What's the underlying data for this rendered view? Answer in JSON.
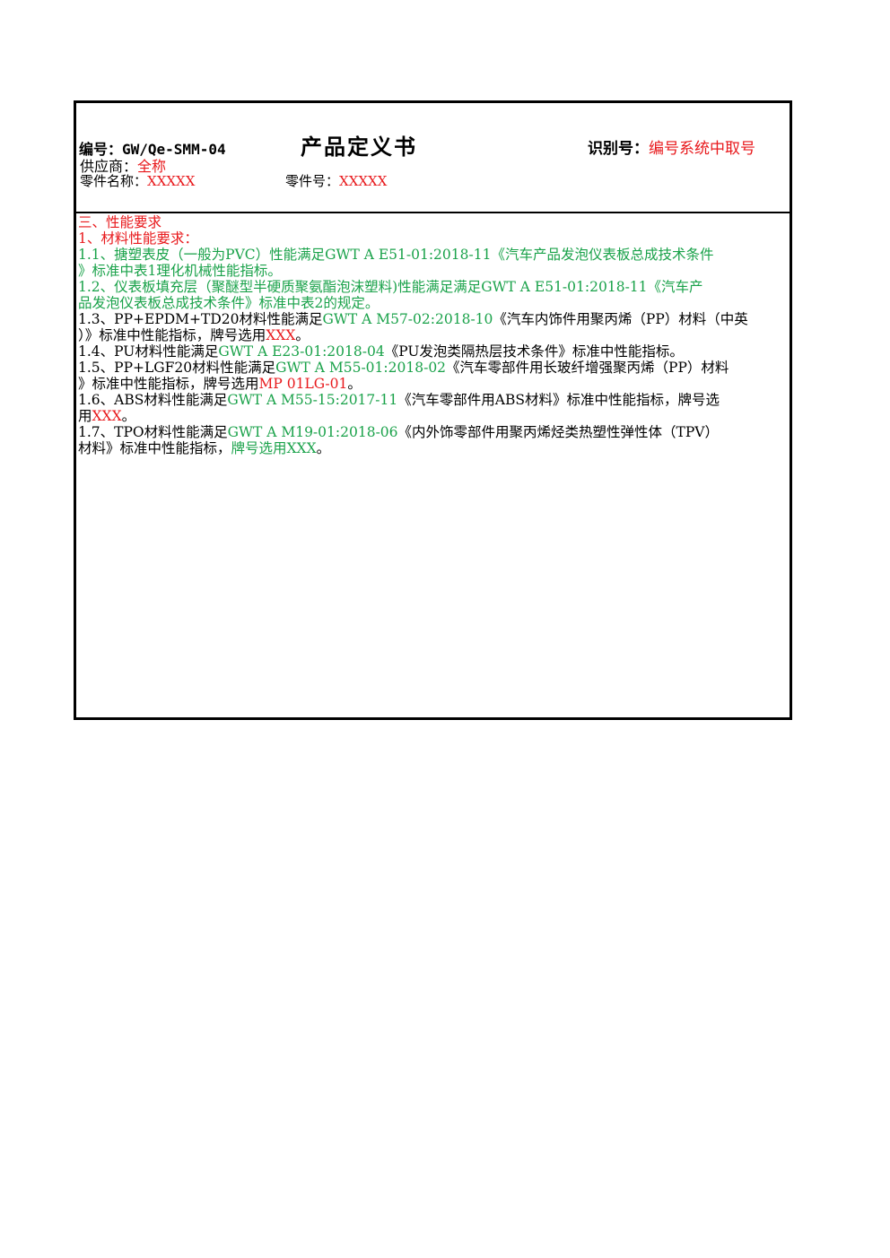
{
  "header": {
    "doc_number": "编号：GW/Qe-SMM-04",
    "title": "产品定义书",
    "ident_label": "识别号：",
    "ident_value": "编号系统中取号",
    "supplier_label": "供应商：",
    "supplier_value": "全称",
    "part_name_label": "零件名称：",
    "part_name_value": "XXXXX",
    "part_no_label": "零件号：",
    "part_no_value": "XXXXX"
  },
  "section": {
    "heading": "三、性能要求",
    "subheading": "1、材料性能要求：",
    "items": [
      {
        "lines": [
          [
            {
              "t": "1.1、搪塑表皮（一般为PVC）性能满足GWT A E51-01:2018-11《汽车产品发泡仪表板总成技术条件",
              "c": "green"
            }
          ],
          [
            {
              "t": "》标准中表1理化机械性能指标。",
              "c": "green"
            }
          ]
        ]
      },
      {
        "lines": [
          [
            {
              "t": "1.2、仪表板填充层（聚醚型半硬质聚氨酯泡沫塑料)性能满足满足GWT A E51-01:2018-11《汽车产",
              "c": "green"
            }
          ],
          [
            {
              "t": "品发泡仪表板总成技术条件》标准中表2的规定。",
              "c": "green"
            }
          ]
        ]
      },
      {
        "lines": [
          [
            {
              "t": "1.3、PP+EPDM+TD20材料性能满足",
              "c": "black"
            },
            {
              "t": "GWT A M57-02:2018-10",
              "c": "green"
            },
            {
              "t": "《汽车内饰件用聚丙烯（PP）材料（中英",
              "c": "black"
            }
          ],
          [
            {
              "t": "）》标准中性能指标，牌号选用",
              "c": "black"
            },
            {
              "t": "XXX",
              "c": "red"
            },
            {
              "t": "。",
              "c": "black"
            }
          ]
        ]
      },
      {
        "lines": [
          [
            {
              "t": "1.4、PU材料性能满足",
              "c": "black"
            },
            {
              "t": "GWT A E23-01:2018-04",
              "c": "green"
            },
            {
              "t": "《PU发泡类隔热层技术条件》标准中性能指标。",
              "c": "black"
            }
          ]
        ]
      },
      {
        "lines": [
          [
            {
              "t": "1.5、PP+LGF20材料性能满足",
              "c": "black"
            },
            {
              "t": "GWT A M55-01:2018-02",
              "c": "green"
            },
            {
              "t": "《汽车零部件用长玻纤增强聚丙烯（PP）材料",
              "c": "black"
            }
          ],
          [
            {
              "t": "》标准中性能指标，牌号选用",
              "c": "black"
            },
            {
              "t": "MP 01LG-01",
              "c": "red"
            },
            {
              "t": "。",
              "c": "black"
            }
          ]
        ]
      },
      {
        "lines": [
          [
            {
              "t": "1.6、ABS材料性能满足",
              "c": "black"
            },
            {
              "t": "GWT A M55-15:2017-11",
              "c": "green"
            },
            {
              "t": "《汽车零部件用ABS材料》标准中性能指标，牌号选",
              "c": "black"
            }
          ],
          [
            {
              "t": "用",
              "c": "black"
            },
            {
              "t": "XXX",
              "c": "red"
            },
            {
              "t": "。",
              "c": "black"
            }
          ]
        ]
      },
      {
        "lines": [
          [
            {
              "t": "1.7、TPO材料性能满足",
              "c": "black"
            },
            {
              "t": "GWT A M19-01:2018-06",
              "c": "green"
            },
            {
              "t": "《内外饰零部件用聚丙烯烃类热塑性弹性体（TPV）",
              "c": "black"
            }
          ],
          [
            {
              "t": "材料》标准中性能指标，",
              "c": "black"
            },
            {
              "t": "牌号选用XXX",
              "c": "green"
            },
            {
              "t": "。",
              "c": "black"
            }
          ]
        ]
      }
    ]
  },
  "colors": {
    "red": "#e8191c",
    "green": "#1aa24a",
    "black": "#000000"
  }
}
